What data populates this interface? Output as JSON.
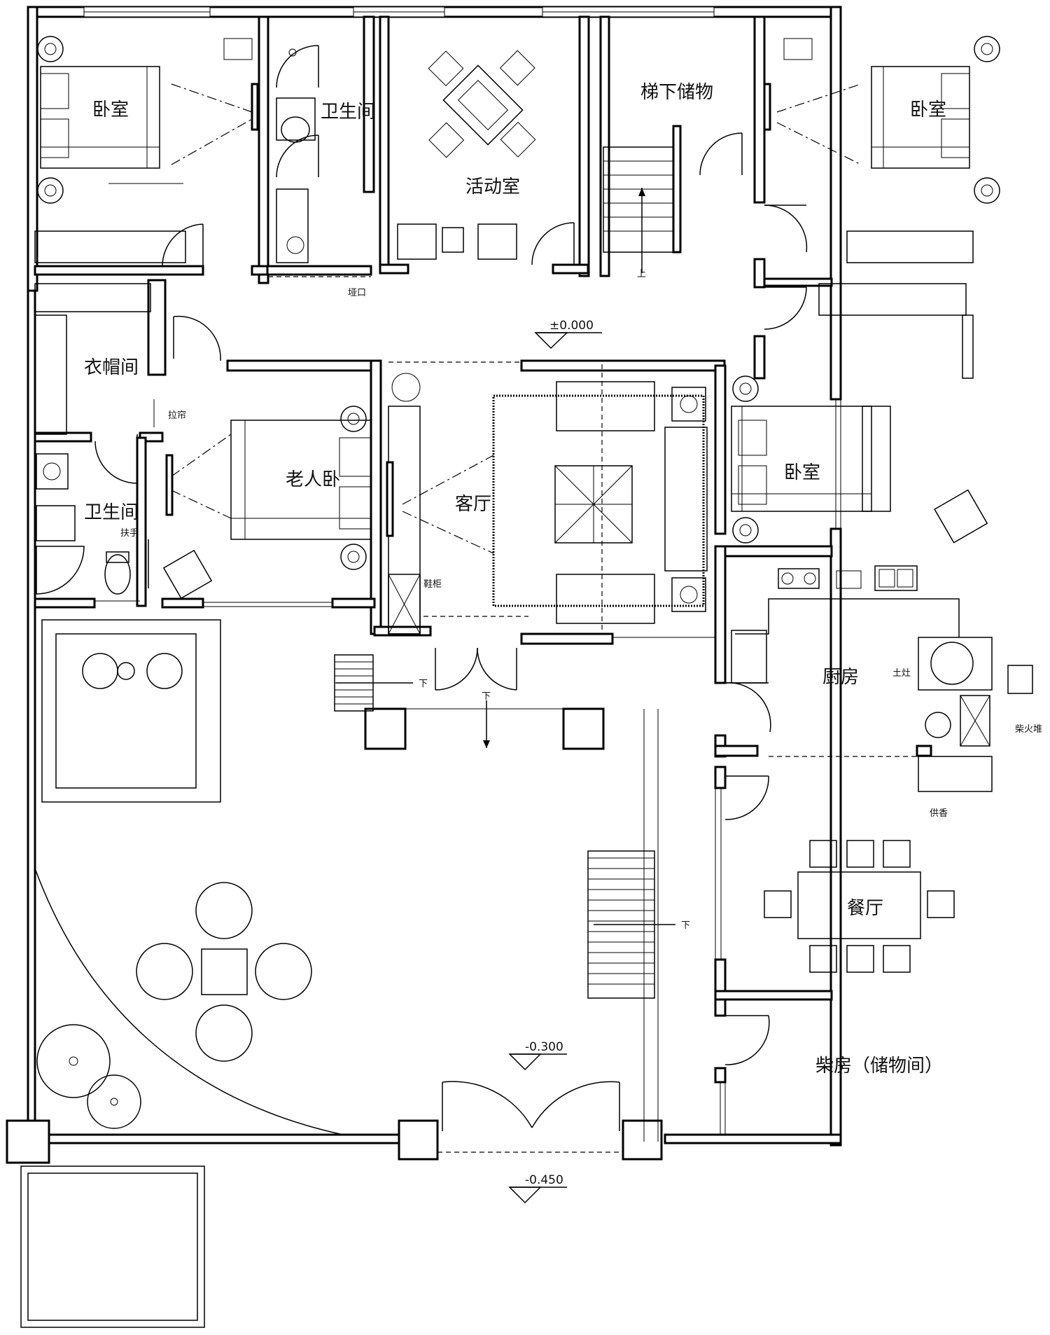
{
  "rooms": {
    "bedroom_nw": "卧室",
    "bathroom_top": "卫生间",
    "activity_room": "活动室",
    "under_stair_storage": "梯下储物",
    "bedroom_ne": "卧室",
    "wardrobe_room": "衣帽间",
    "elder_bedroom": "老人卧",
    "living_room": "客厅",
    "bedroom_east": "卧室",
    "bathroom_left": "卫生间",
    "kitchen": "厨房",
    "dining_room": "餐厅",
    "woodshed": "柴房（储物间）"
  },
  "annotations": {
    "gap_opening": "垭口",
    "curtain": "拉帘",
    "handrail": "扶手",
    "shoe_cabinet": "鞋柜",
    "earth_stove": "土灶",
    "firewood_pile": "柴火堆",
    "altar": "供香",
    "stair_up": "上",
    "down_1": "下",
    "down_2": "下",
    "down_3": "下"
  },
  "levels": {
    "main_floor": "±0.000",
    "entry_step": "-0.300",
    "outdoor": "-0.450"
  }
}
